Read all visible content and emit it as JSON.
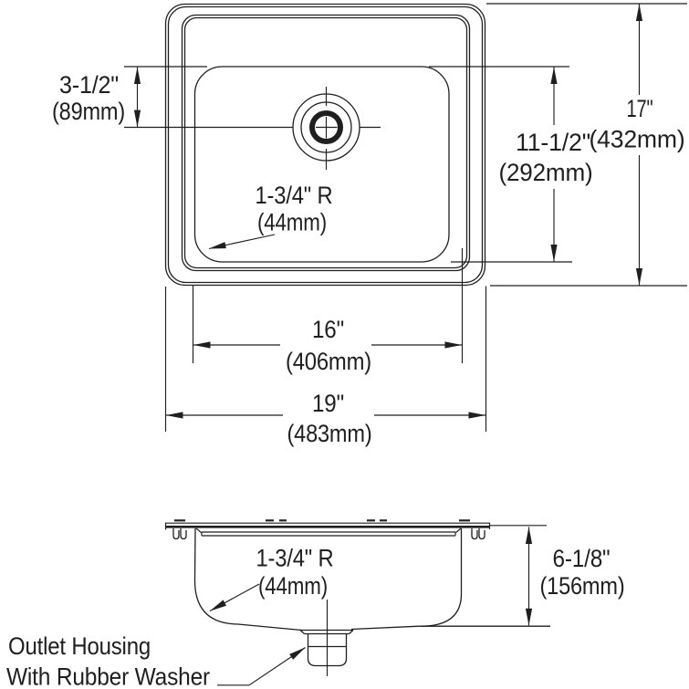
{
  "colors": {
    "ink": "#1f1f1f",
    "background": "#ffffff"
  },
  "top_view": {
    "drain_offset_in": "3-1/2\"",
    "drain_offset_mm": "(89mm)",
    "corner_radius_in": "1-3/4\" R",
    "corner_radius_mm": "(44mm)",
    "bowl_front_to_back_in": "11-1/2\"",
    "bowl_front_to_back_mm": "(292mm)",
    "overall_front_to_back_in": "17\"",
    "overall_front_to_back_mm": "(432mm)",
    "bowl_width_in": "16\"",
    "bowl_width_mm": "(406mm)",
    "overall_width_in": "19\"",
    "overall_width_mm": "(483mm)"
  },
  "side_view": {
    "corner_radius_in": "1-3/4\" R",
    "corner_radius_mm": "(44mm)",
    "depth_in": "6-1/8\"",
    "depth_mm": "(156mm)",
    "outlet_note_line1": "Outlet Housing",
    "outlet_note_line2": "With Rubber Washer"
  }
}
